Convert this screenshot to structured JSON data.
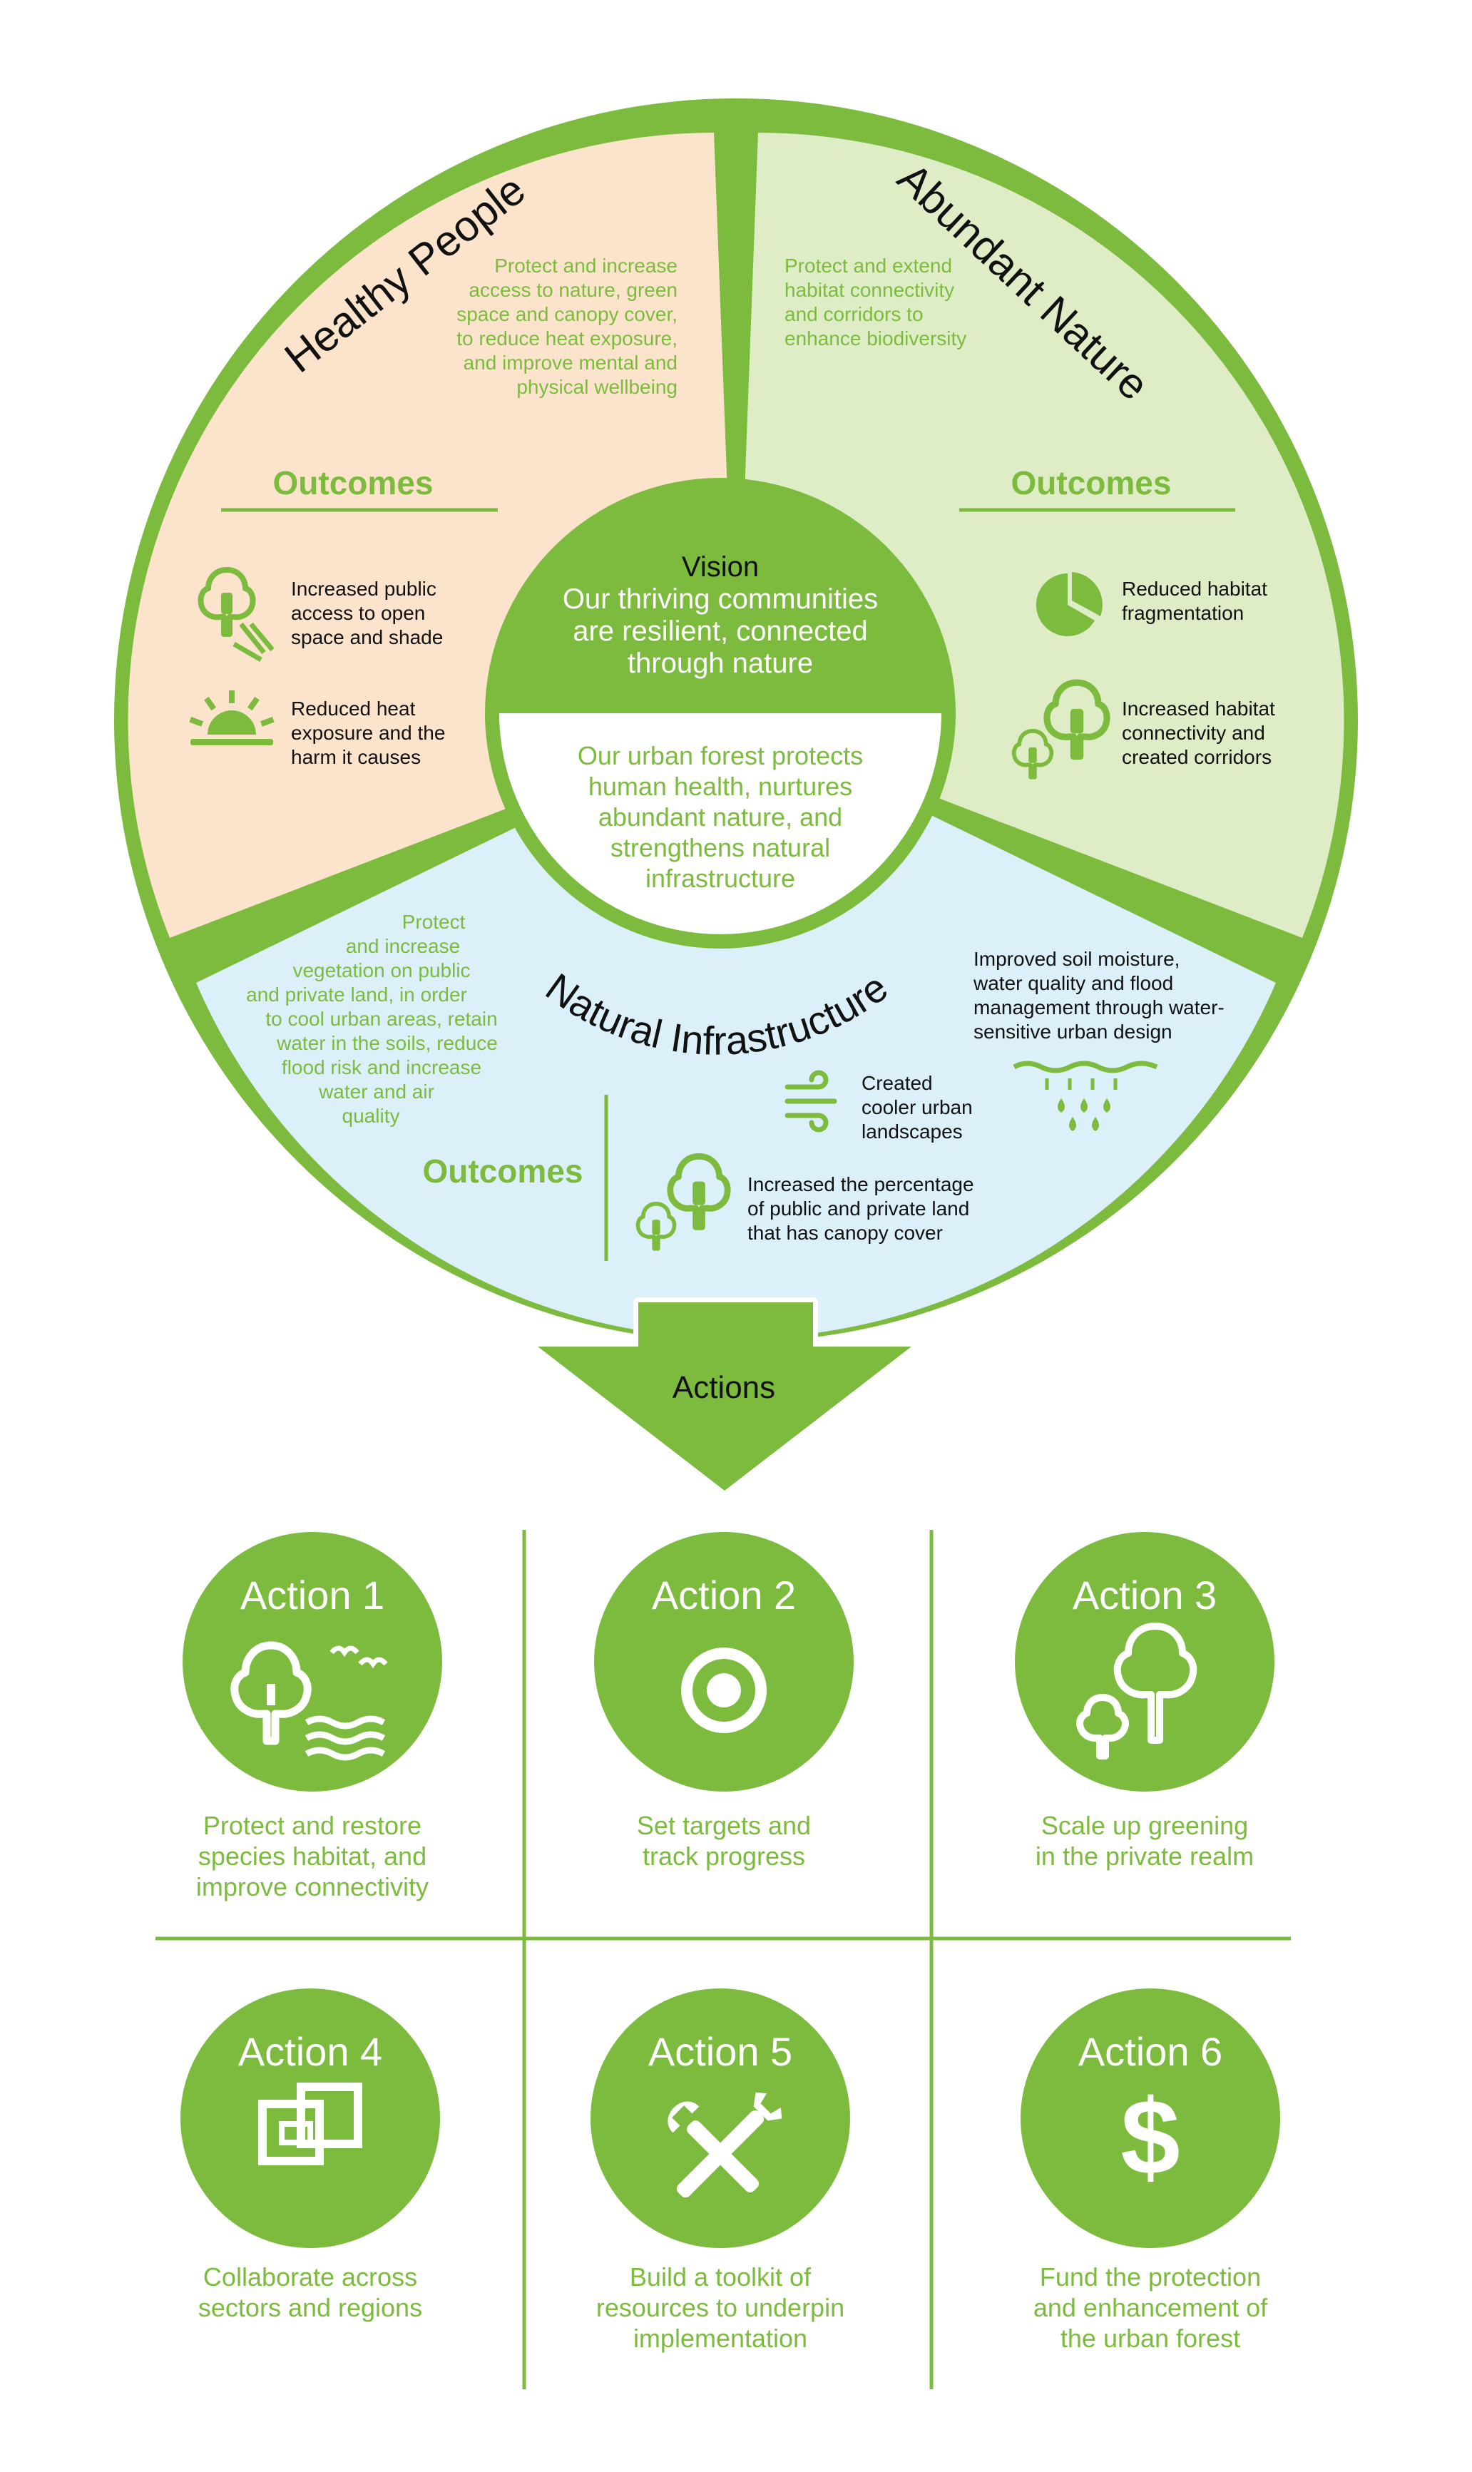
{
  "colors": {
    "green": "#7cbb3e",
    "peach": "#fce4cc",
    "light_green": "#dfedc7",
    "light_blue": "#dcf0fa",
    "dark_text": "#111111",
    "white": "#ffffff"
  },
  "vision": {
    "title": "Vision",
    "line1": "Our thriving communities",
    "line2": "are resilient, connected",
    "line3": "through nature"
  },
  "center_text": {
    "line1": "Our urban forest protects",
    "line2": "human health, nurtures",
    "line3": "abundant nature, and",
    "line4": "strengthens natural",
    "line5": "infrastructure"
  },
  "healthy_people": {
    "title": "Healthy People",
    "description": [
      "Protect and increase",
      "access to nature, green",
      "space and canopy cover,",
      "to reduce heat exposure,",
      "and improve mental and",
      "physical wellbeing"
    ],
    "outcomes_label": "Outcomes",
    "outcome1": [
      "Increased public",
      "access to open",
      "space and shade"
    ],
    "outcome2": [
      "Reduced heat",
      "exposure and the",
      "harm it causes"
    ],
    "icons": [
      "tree-shade-icon",
      "sunrise-icon"
    ]
  },
  "abundant_nature": {
    "title": "Abundant Nature",
    "description": [
      "Protect and extend",
      "habitat connectivity",
      "and corridors to",
      "enhance biodiversity"
    ],
    "outcomes_label": "Outcomes",
    "outcome1": [
      "Reduced habitat",
      "fragmentation"
    ],
    "outcome2": [
      "Increased habitat",
      "connectivity and",
      "created corridors"
    ],
    "icons": [
      "pie-icon",
      "trees-icon"
    ]
  },
  "natural_infrastructure": {
    "title": "Natural Infrastructure",
    "description": [
      "Protect",
      "and increase",
      "vegetation on public",
      "and private land, in order",
      "to cool urban areas, retain",
      "water in the soils, reduce",
      "flood risk and increase",
      "water and air",
      "quality"
    ],
    "outcomes_label": "Outcomes",
    "outcome1": [
      "Improved soil moisture,",
      "water quality and flood",
      "management through water-",
      "sensitive urban design"
    ],
    "outcome2": [
      "Created",
      "cooler urban",
      "landscapes"
    ],
    "outcome3": [
      "Increased the percentage",
      "of public and private land",
      "that has canopy cover"
    ],
    "icons": [
      "soil-water-icon",
      "wind-icon",
      "trees-icon"
    ]
  },
  "actions_label": "Actions",
  "actions": [
    {
      "title": "Action 1",
      "text": [
        "Protect and restore",
        "species habitat, and",
        "improve connectivity"
      ],
      "icon": "habitat-icon"
    },
    {
      "title": "Action 2",
      "text": [
        "Set targets and",
        "track progress"
      ],
      "icon": "target-icon"
    },
    {
      "title": "Action 3",
      "text": [
        "Scale up greening",
        "in the private realm"
      ],
      "icon": "trees-icon"
    },
    {
      "title": "Action 4",
      "text": [
        "Collaborate across",
        "sectors and regions"
      ],
      "icon": "collaborate-icon"
    },
    {
      "title": "Action 5",
      "text": [
        "Build a toolkit of",
        "resources to underpin",
        "implementation"
      ],
      "icon": "tools-icon"
    },
    {
      "title": "Action 6",
      "text": [
        "Fund the protection",
        "and enhancement of",
        "the urban forest"
      ],
      "icon": "dollar-icon"
    }
  ]
}
